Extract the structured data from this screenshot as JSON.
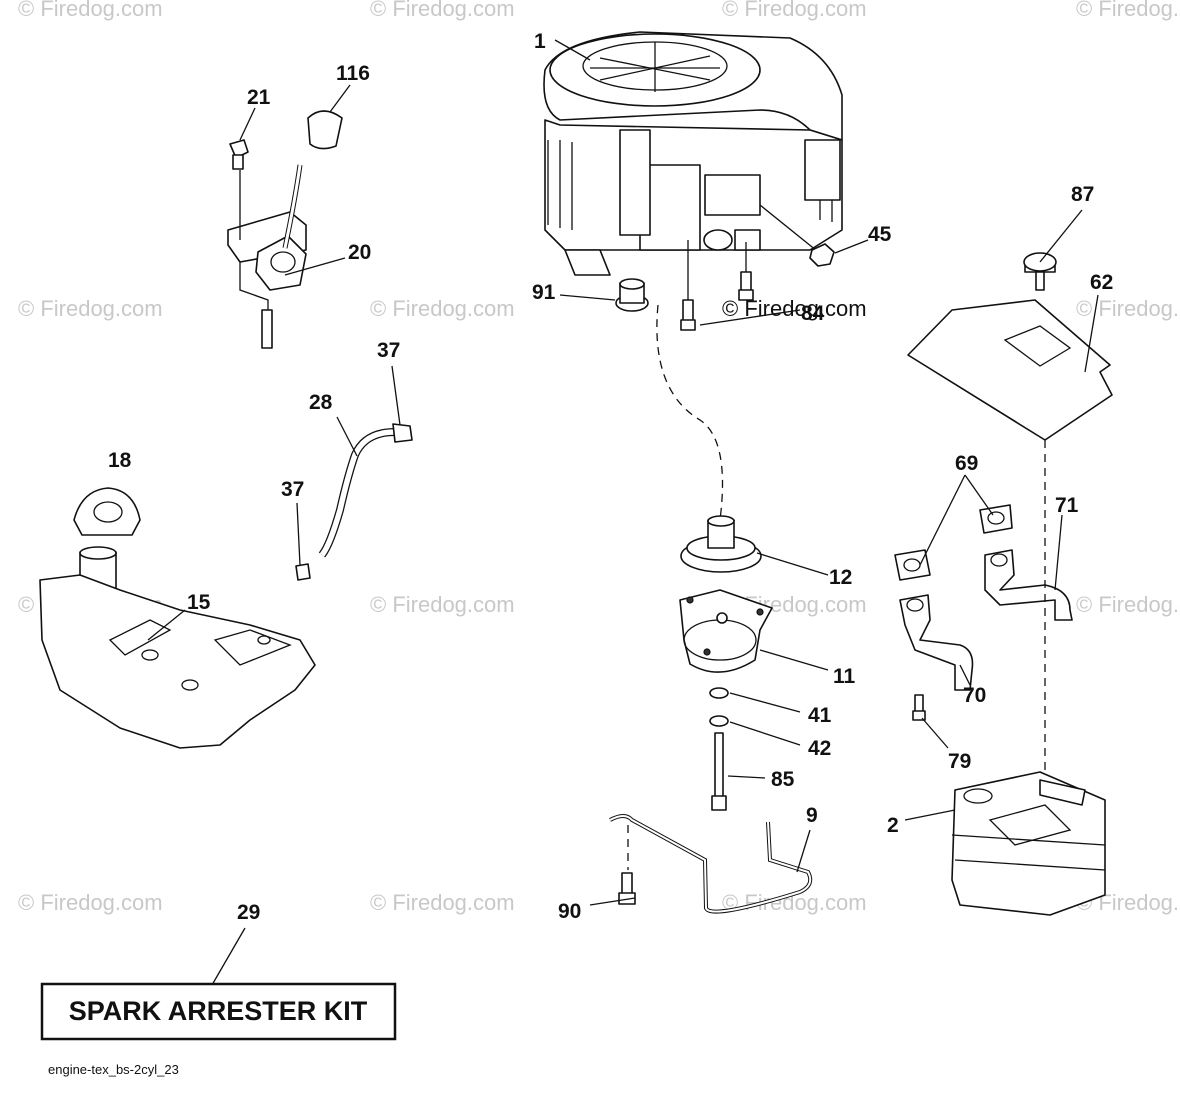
{
  "watermark": "© Firedog.com",
  "watermark_prominent": "© Firedog.com",
  "kit_label": "SPARK ARRESTER KIT",
  "diagram_code": "engine-tex_bs-2cyl_23",
  "callouts": {
    "engine": "1",
    "muffler": "2",
    "rod": "9",
    "clutch": "11",
    "pulley": "12",
    "fuel_tank": "15",
    "fuel_cap": "18",
    "throttle_lever": "20",
    "screw_21": "21",
    "fuel_line": "28",
    "kit": "29",
    "clamp_upper": "37",
    "clamp_lower": "37",
    "washer_41": "41",
    "washer_42": "42",
    "nut_45": "45",
    "heat_shield": "62",
    "gasket": "69",
    "exhaust_pipe_70": "70",
    "exhaust_pipe_71": "71",
    "screw_79": "79",
    "bolt_84": "84",
    "bolt_85": "85",
    "knob_87": "87",
    "screw_90": "90",
    "bushing_91": "91",
    "knob_116": "116"
  }
}
